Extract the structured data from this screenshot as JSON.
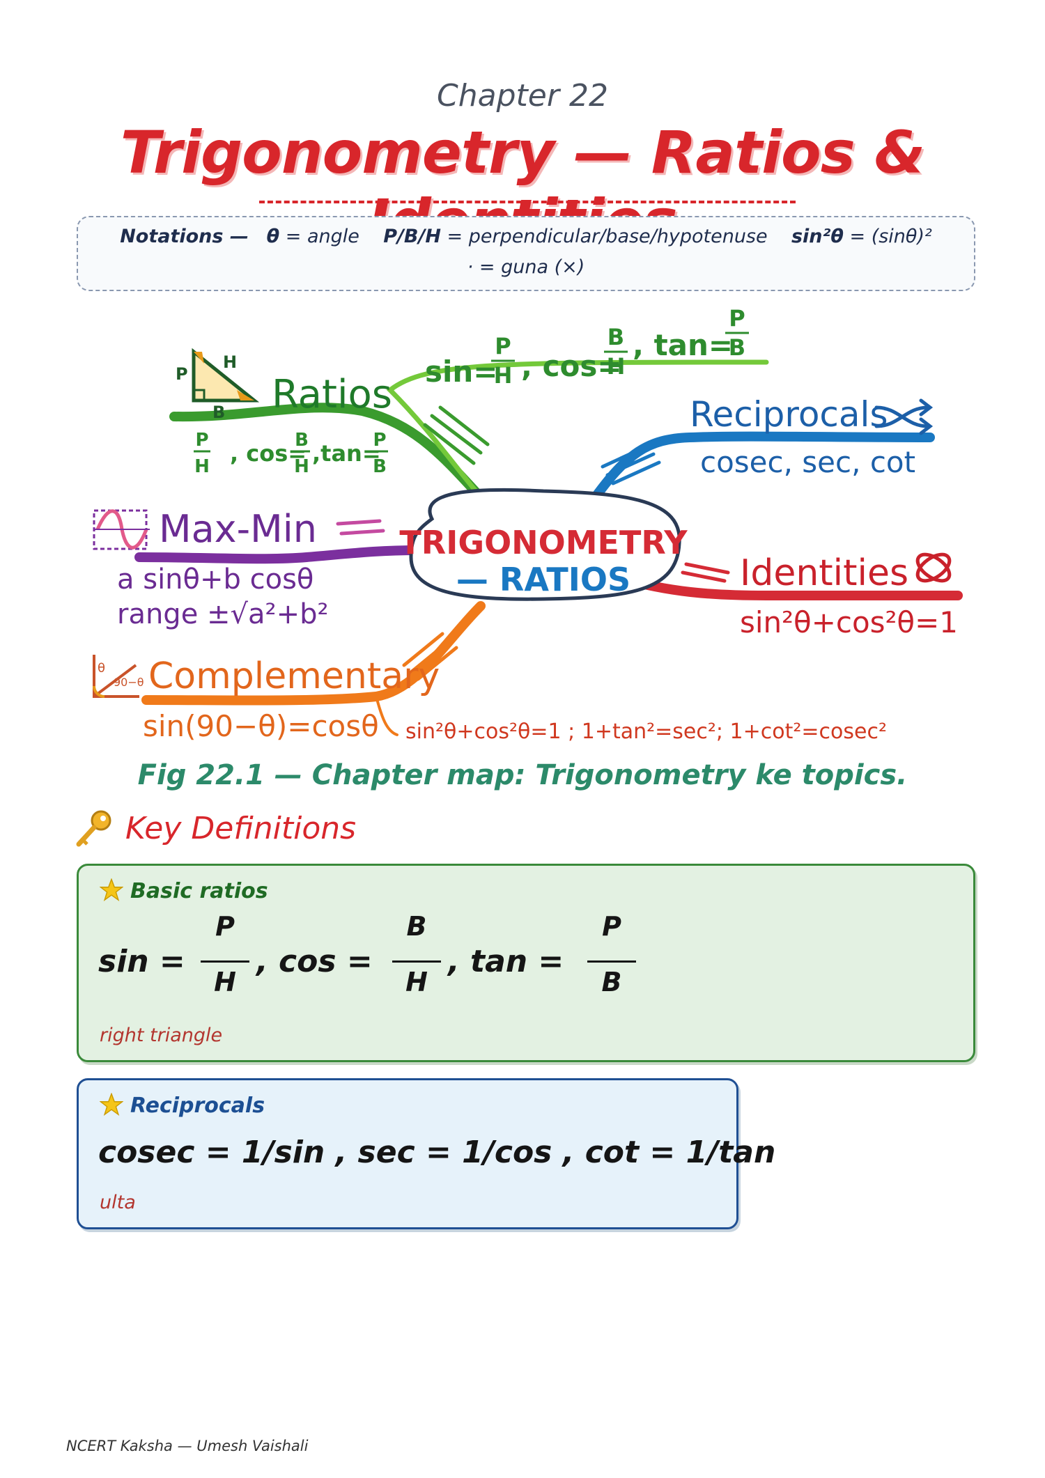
{
  "header": {
    "chapter": "Chapter 22",
    "title": "Trigonometry — Ratios & Identities"
  },
  "notations": {
    "label": "Notations —",
    "theta_symbol": "θ",
    "theta_def": "= angle",
    "pbh_symbol": "P/B/H",
    "pbh_def": "= perpendicular/base/hypotenuse",
    "sin_symbol": "sin²θ",
    "sin_def": "= (sinθ)²",
    "dot_def": "· = guna (×)"
  },
  "mind_map": {
    "center_line1": "TRIGONOMETRY",
    "center_line2": "— RATIOS",
    "ratios": {
      "label": "Ratios",
      "triangle_p": "P",
      "triangle_h": "H",
      "triangle_b": "B",
      "formula_rest": ", cos=",
      "tan_text": ",tan=",
      "top_sin": "sin=",
      "top_cos": ", cos=",
      "top_tan": ", tan="
    },
    "reciprocals": {
      "label": "Reciprocals",
      "formula": "cosec, sec, cot"
    },
    "max_min": {
      "label": "Max-Min",
      "line1": "a sinθ+b cosθ",
      "line2": "range ±√a²+b²"
    },
    "identities": {
      "label": "Identities",
      "formula": "sin²θ+cos²θ=1"
    },
    "complementary": {
      "label": "Complementary",
      "formula": "sin(90−θ)=cosθ",
      "icon_text": "90−θ",
      "icon_theta": "θ"
    },
    "identities_chain": "sin²θ+cos²θ=1 ; 1+tan²=sec²; 1+cot²=cosec²",
    "frac_p": "P",
    "frac_h": "H",
    "frac_b": "B"
  },
  "figure_caption": "Fig 22.1 — Chapter map: Trigonometry ke topics.",
  "key_definitions": {
    "heading": "Key Definitions",
    "cards": [
      {
        "title": "Basic ratios",
        "sin": "sin =",
        "cos": ", cos =",
        "tan": ", tan =",
        "sin_num": "P",
        "sin_den": "H",
        "cos_num": "B",
        "cos_den": "H",
        "tan_num": "P",
        "tan_den": "B",
        "note": "right triangle"
      },
      {
        "title": "Reciprocals",
        "formula": "cosec = 1/sin , sec = 1/cos , cot = 1/tan",
        "note": "ulta"
      }
    ]
  },
  "footer": "NCERT Kaksha — Umesh Vaishali",
  "colors": {
    "title_red": "#d8262b",
    "green": "#3a9b2e",
    "blue": "#1a78c2",
    "purple": "#7b2f9e",
    "red": "#d52b35",
    "orange": "#f07a1a"
  }
}
